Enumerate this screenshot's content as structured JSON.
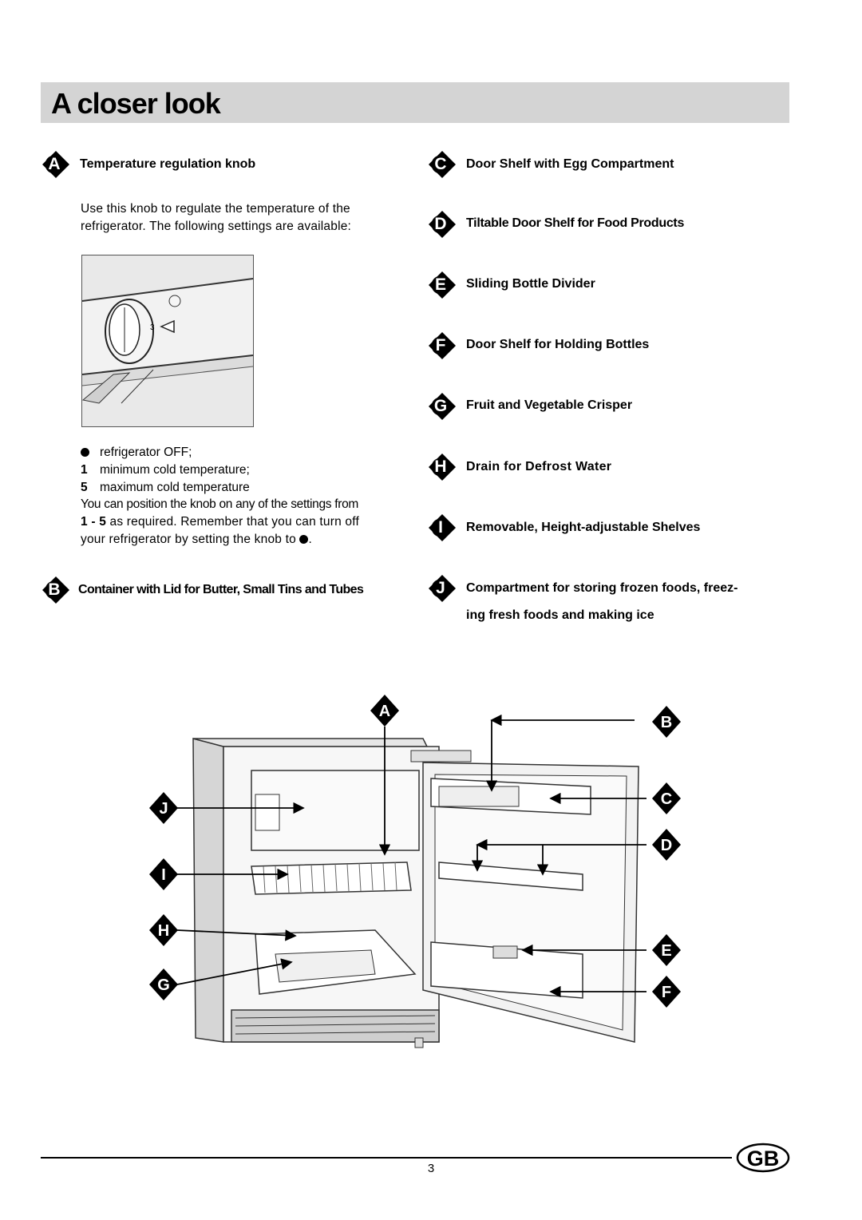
{
  "title": "A closer look",
  "left_column": {
    "item_a": {
      "letter": "A",
      "label": "Temperature regulation knob"
    },
    "intro_line1": "Use this knob to regulate the temperature of the",
    "intro_line2": "refrigerator. The following settings are available:",
    "settings": [
      {
        "key": "",
        "text": "refrigerator OFF;"
      },
      {
        "key": "1",
        "text": "minimum cold temperature;"
      },
      {
        "key": "5",
        "text": "maximum cold temperature"
      }
    ],
    "para_line1": "You can position the knob on any of the settings from",
    "para_line2_key": "1 - 5",
    "para_line2": " as required. Remember that you can turn off",
    "para_line3": "your refrigerator by setting the knob to",
    "para_line3_end": ".",
    "item_b": {
      "letter": "B",
      "label": "Container with Lid for Butter, Small Tins and Tubes"
    }
  },
  "right_column": [
    {
      "letter": "C",
      "label": "Door Shelf with Egg Compartment"
    },
    {
      "letter": "D",
      "label": "Tiltable Door Shelf for Food Products"
    },
    {
      "letter": "E",
      "label": "Sliding Bottle Divider"
    },
    {
      "letter": "F",
      "label": "Door Shelf for Holding Bottles"
    },
    {
      "letter": "G",
      "label": "Fruit and Vegetable Crisper"
    },
    {
      "letter": "H",
      "label": "Drain for Defrost Water"
    },
    {
      "letter": "I",
      "label": "Removable, Height-adjustable Shelves"
    },
    {
      "letter": "J",
      "label": "Compartment for storing frozen foods, freez-",
      "label2": "ing fresh foods and making ice"
    }
  ],
  "diagram_labels": {
    "a": "A",
    "b": "B",
    "c": "C",
    "d": "D",
    "e": "E",
    "f": "F",
    "g": "G",
    "h": "H",
    "i": "I",
    "j": "J"
  },
  "knob_mark": "3",
  "page_number": "3",
  "country_badge": "GB"
}
